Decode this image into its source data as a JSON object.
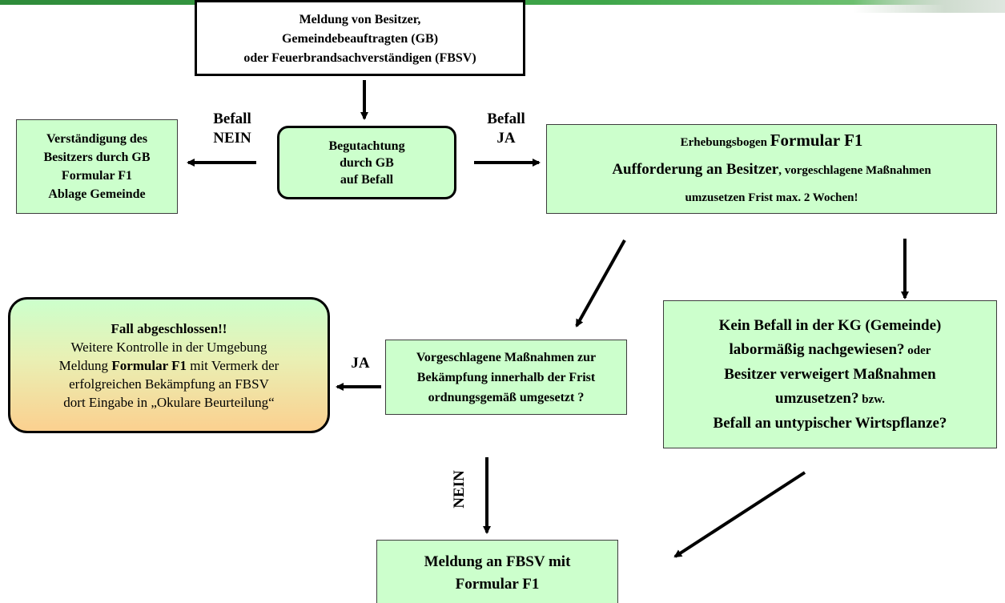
{
  "top_box": {
    "lines": [
      "Meldung von Besitzer,",
      "Gemeindebeauftragten (GB)",
      "oder Feuerbrandsachverständigen (FBSV)"
    ]
  },
  "assessment_box": {
    "lines": [
      "Begutachtung",
      "durch GB",
      "auf Befall"
    ]
  },
  "no_infestation_box": {
    "lines": [
      "Verständigung des",
      "Besitzers durch GB",
      "Formular F1",
      "Ablage Gemeinde"
    ]
  },
  "infestation_box": {
    "line1_small": "Erhebungsbogen ",
    "line1_big": "Formular F1",
    "line2_bold": "Aufforderung an Besitzer",
    "line2_rest": ", vorgeschlagene Maßnahmen",
    "line3": "umzusetzen Frist max. 2 Wochen!"
  },
  "closed_box": {
    "title": "Fall abgeschlossen!!",
    "line2": "Weitere Kontrolle in der Umgebung",
    "line3_pre": "Meldung ",
    "line3_bold": "Formular F1",
    "line3_post": " mit Vermerk der",
    "line4": "erfolgreichen Bekämpfung an FBSV",
    "line5": "dort Eingabe in „Okulare Beurteilung“"
  },
  "measures_box": {
    "lines": [
      "Vorgeschlagene Maßnahmen zur",
      "Bekämpfung innerhalb der Frist",
      "ordnungsgemäß umgesetzt ?"
    ]
  },
  "conditions_box": {
    "line1": "Kein Befall in der KG (Gemeinde)",
    "line2_main": "labormäßig nachgewiesen?",
    "line2_small": " oder",
    "line3": "Besitzer verweigert Maßnahmen",
    "line4_main": "umzusetzen?",
    "line4_small": " bzw.",
    "line5": "Befall an untypischer Wirtspflanze?"
  },
  "report_box": {
    "lines": [
      "Meldung an FBSV mit",
      "Formular F1"
    ]
  },
  "labels": {
    "befall_nein": [
      "Befall",
      "NEIN"
    ],
    "befall_ja": [
      "Befall",
      "JA"
    ],
    "ja": "JA",
    "nein": "NEIN"
  },
  "colors": {
    "box_fill": "#ccffcc",
    "gradient_bottom": "#fbd08f",
    "header_bar": "#2e8b3a"
  }
}
